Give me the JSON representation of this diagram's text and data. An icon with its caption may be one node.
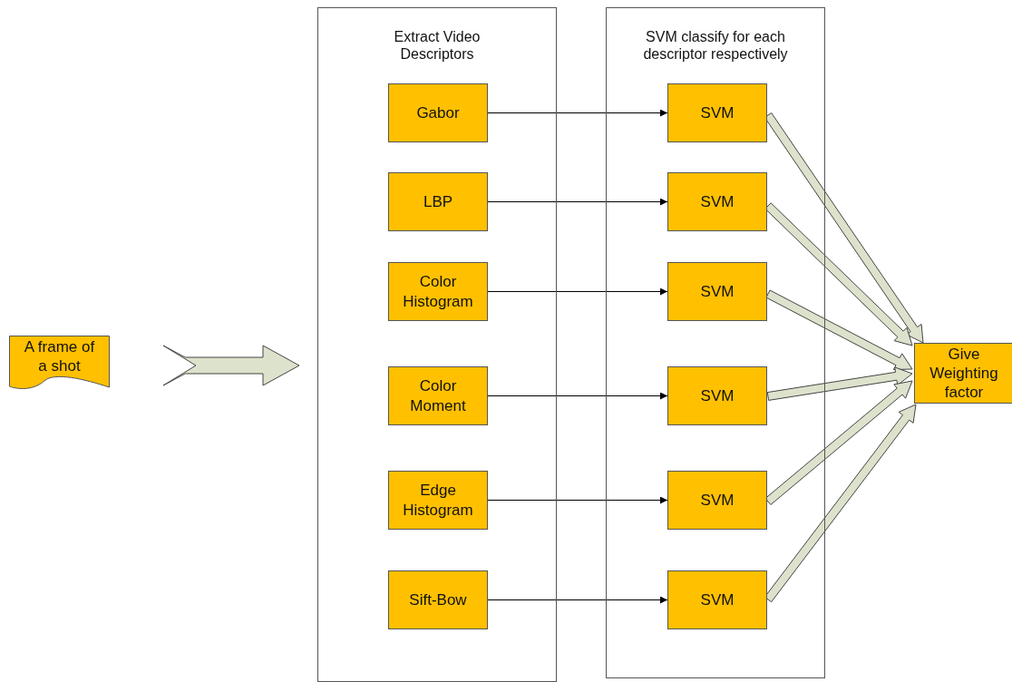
{
  "diagram": {
    "nodes": [
      {
        "text": [
          "A frame of a shot"
        ]
      },
      {
        "text": [
          "Extract Video Descriptors"
        ]
      },
      {
        "text": [
          "Gabor"
        ],
        "in": 1
      },
      {
        "text": [
          "LBP"
        ],
        "in": 1
      },
      {
        "text": [
          "Color Histogram"
        ],
        "in": 1
      },
      {
        "text": [
          "Color Moment"
        ],
        "in": 1
      },
      {
        "text": [
          "Edge Histogram"
        ],
        "in": 1
      },
      {
        "text": [
          "Sift-Bow"
        ],
        "in": 1
      },
      {
        "text": [
          "SVM classify for each descriptor respectively"
        ]
      },
      {
        "text": [
          "SVM"
        ],
        "in": 8
      },
      {
        "text": [
          "SVM"
        ],
        "in": 8
      },
      {
        "text": [
          "SVM"
        ],
        "in": 8
      },
      {
        "text": [
          "SVM"
        ],
        "in": 8
      },
      {
        "text": [
          "SVM"
        ],
        "in": 8
      },
      {
        "text": [
          "SVM"
        ],
        "in": 8
      },
      {
        "text": [
          "Give Weighting factor"
        ]
      }
    ],
    "edges": [
      {
        "from": 0,
        "to": 1,
        "arrow": "to",
        "style": "thick"
      },
      {
        "from": 2,
        "to": 9,
        "arrow": "to"
      },
      {
        "from": 3,
        "to": 10,
        "arrow": "to"
      },
      {
        "from": 4,
        "to": 11,
        "arrow": "to"
      },
      {
        "from": 5,
        "to": 12,
        "arrow": "to"
      },
      {
        "from": 6,
        "to": 13,
        "arrow": "to"
      },
      {
        "from": 7,
        "to": 14,
        "arrow": "to"
      },
      {
        "from": 9,
        "to": 15,
        "arrow": "to",
        "style": "thick"
      },
      {
        "from": 10,
        "to": 15,
        "arrow": "to",
        "style": "thick"
      },
      {
        "from": 11,
        "to": 15,
        "arrow": "to",
        "style": "thick"
      },
      {
        "from": 12,
        "to": 15,
        "arrow": "to",
        "style": "thick"
      },
      {
        "from": 13,
        "to": 15,
        "arrow": "to",
        "style": "thick"
      },
      {
        "from": 14,
        "to": 15,
        "arrow": "to",
        "style": "thick"
      }
    ]
  }
}
